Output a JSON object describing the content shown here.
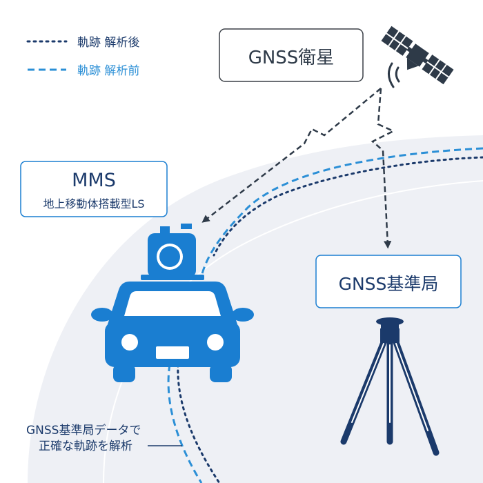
{
  "legend": {
    "after_label": "軌跡 解析後",
    "before_label": "軌跡 解析前"
  },
  "satellite": {
    "label": "GNSS衛星"
  },
  "mms": {
    "title": "MMS",
    "subtitle": "地上移動体搭載型LS"
  },
  "base_station": {
    "label": "GNSS基準局"
  },
  "note": {
    "line1": "GNSS基準局データで",
    "line2": "正確な軌跡を解析"
  },
  "colors": {
    "navy": "#1b3a6b",
    "dark": "#2e3a48",
    "accent_blue": "#2b8fd6",
    "car_blue": "#1a7ed1",
    "road": "#eef0f5",
    "box_border": "#3a3f46"
  },
  "icons": [
    "satellite-icon",
    "signal-waves-icon",
    "car-icon",
    "laser-scanner-icon",
    "tripod-icon",
    "gnss-antenna-icon"
  ]
}
